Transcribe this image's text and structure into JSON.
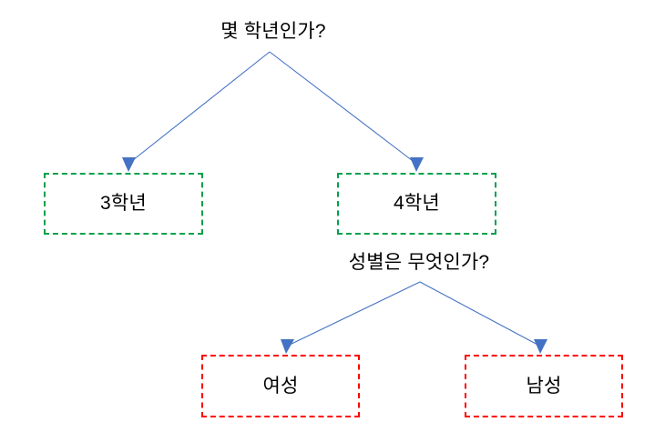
{
  "diagram": {
    "type": "decision-tree",
    "background_color": "#ffffff",
    "questions": [
      {
        "id": "grade",
        "text": "몇 학년인가?"
      },
      {
        "id": "gender",
        "text": "성별은 무엇인가?"
      }
    ],
    "nodes": [
      {
        "id": "grade3",
        "label": "3학년",
        "border_color": "#00A14B",
        "border_style": "dashed"
      },
      {
        "id": "grade4",
        "label": "4학년",
        "border_color": "#00A14B",
        "border_style": "dashed"
      },
      {
        "id": "female",
        "label": "여성",
        "border_color": "#FF0000",
        "border_style": "dashed"
      },
      {
        "id": "male",
        "label": "남성",
        "border_color": "#FF0000",
        "border_style": "dashed"
      }
    ],
    "connectors": {
      "color": "#4472C4",
      "arrow_color": "#4472C4",
      "edges": [
        {
          "from": "grade",
          "to": "grade3"
        },
        {
          "from": "grade",
          "to": "grade4"
        },
        {
          "from": "gender",
          "to": "female"
        },
        {
          "from": "gender",
          "to": "male"
        }
      ]
    }
  }
}
